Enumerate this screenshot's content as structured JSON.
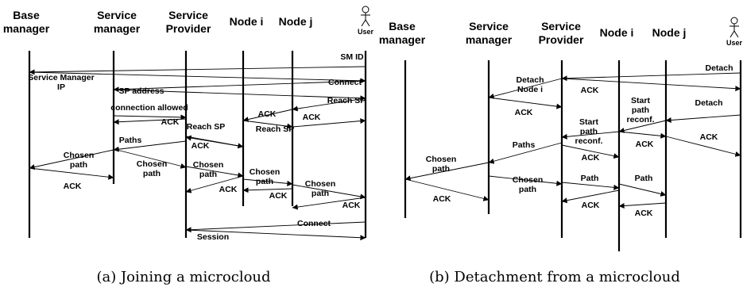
{
  "diagram_a": {
    "caption": "(a) Joining a microcloud",
    "participants": [
      {
        "key": "bm",
        "lines": [
          "Base",
          "manager"
        ]
      },
      {
        "key": "sm",
        "lines": [
          "Service",
          "manager"
        ]
      },
      {
        "key": "sp",
        "lines": [
          "Service",
          "Provider"
        ]
      },
      {
        "key": "ni",
        "lines": [
          "Node i"
        ]
      },
      {
        "key": "nj",
        "lines": [
          "Node j"
        ]
      },
      {
        "key": "user",
        "lines": [
          "User"
        ],
        "actor": true
      }
    ],
    "labels": [
      [
        "SM ID"
      ],
      [
        "Service Manager",
        "IP"
      ],
      [
        "Connect"
      ],
      [
        "SP address"
      ],
      [
        "Reach SP"
      ],
      [
        "connection allowed"
      ],
      [
        "Reach SP"
      ],
      [
        "ACK"
      ],
      [
        "ACK"
      ],
      [
        "Reach SP"
      ],
      [
        "ACK"
      ],
      [
        "Paths"
      ],
      [
        "ACK"
      ],
      [
        "Chosen",
        "path"
      ],
      [
        "Chosen",
        "path"
      ],
      [
        "ACK"
      ],
      [
        "Chosen",
        "path"
      ],
      [
        "Chosen",
        "path"
      ],
      [
        "ACK"
      ],
      [
        "ACK"
      ],
      [
        "Chosen",
        "path"
      ],
      [
        "ACK"
      ],
      [
        "Connect"
      ],
      [
        "Session"
      ]
    ]
  },
  "diagram_b": {
    "caption": "(b) Detachment from a microcloud",
    "participants": [
      {
        "key": "bm",
        "lines": [
          "Base",
          "manager"
        ]
      },
      {
        "key": "sm",
        "lines": [
          "Service",
          "manager"
        ]
      },
      {
        "key": "sp",
        "lines": [
          "Service",
          "Provider"
        ]
      },
      {
        "key": "ni",
        "lines": [
          "Node i"
        ]
      },
      {
        "key": "nj",
        "lines": [
          "Node j"
        ]
      },
      {
        "key": "user",
        "lines": [
          "User"
        ],
        "actor": true
      }
    ],
    "labels": [
      [
        "Detach"
      ],
      [
        "Detach",
        "Node i"
      ],
      [
        "ACK"
      ],
      [
        "ACK"
      ],
      [
        "Start",
        "path",
        "reconf."
      ],
      [
        "Detach"
      ],
      [
        "Start",
        "path",
        "reconf."
      ],
      [
        "ACK"
      ],
      [
        "ACK"
      ],
      [
        "Paths"
      ],
      [
        "ACK"
      ],
      [
        "Chosen",
        "path"
      ],
      [
        "ACK"
      ],
      [
        "Chosen",
        "path"
      ],
      [
        "Path"
      ],
      [
        "Path"
      ],
      [
        "ACK"
      ],
      [
        "ACK"
      ]
    ]
  }
}
